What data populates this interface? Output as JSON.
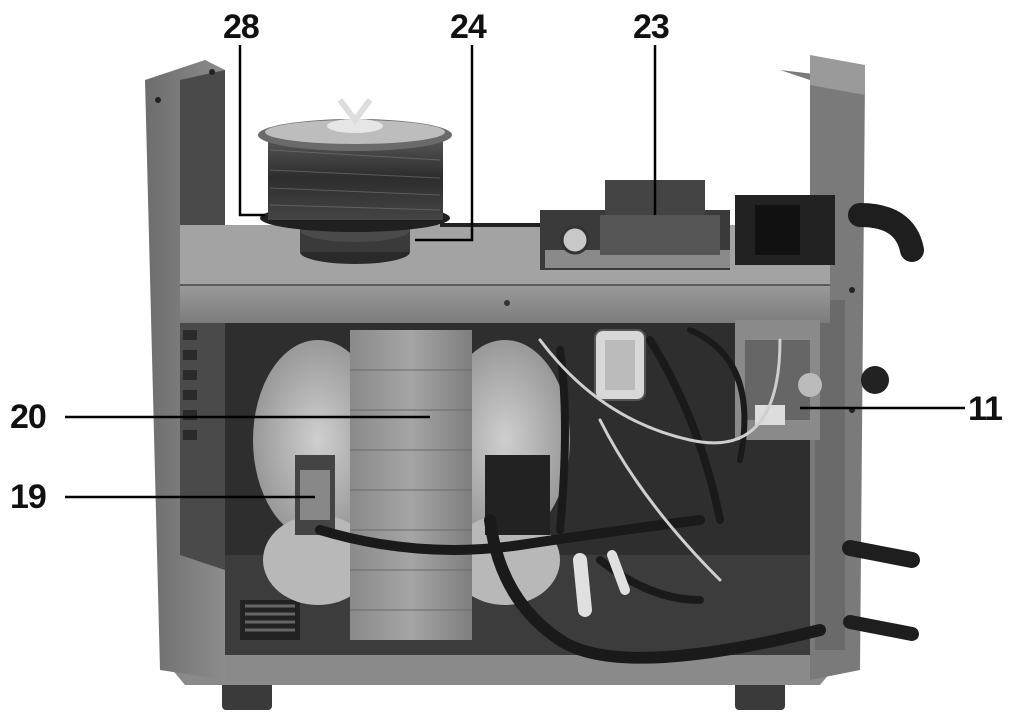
{
  "figure": {
    "background": "#ffffff",
    "callouts": [
      {
        "id": "28",
        "label": "28"
      },
      {
        "id": "24",
        "label": "24"
      },
      {
        "id": "23",
        "label": "23"
      },
      {
        "id": "20",
        "label": "20"
      },
      {
        "id": "19",
        "label": "19"
      },
      {
        "id": "11",
        "label": "11"
      }
    ]
  }
}
